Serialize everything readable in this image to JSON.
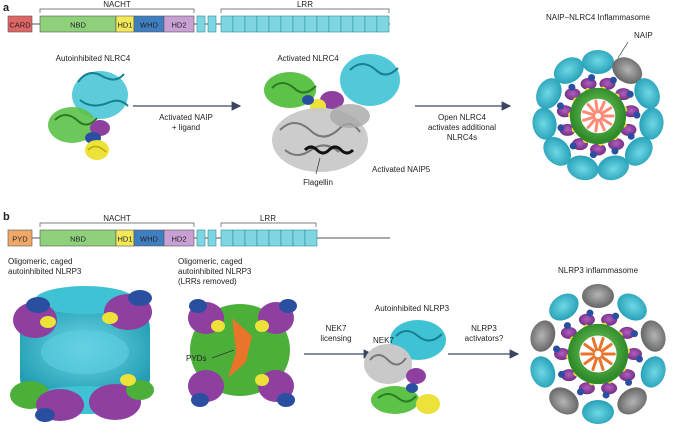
{
  "panel_a": {
    "letter": "a",
    "domains": [
      {
        "label": "CARD",
        "color": "#e06666"
      },
      {
        "label": "NBD",
        "color": "#8fd17a"
      },
      {
        "label": "HD1",
        "color": "#f2e85a"
      },
      {
        "label": "WHD",
        "color": "#3f7fc1"
      },
      {
        "label": "HD2",
        "color": "#c8a0d4"
      }
    ],
    "nacht_label": "NACHT",
    "lrr_label": "LRR",
    "lrr_color": "#7fd6e0",
    "stage1_label": "Autoinhibited NLRC4",
    "arrow1_label_line1": "Activated NAIP",
    "arrow1_label_line2": "+ ligand",
    "stage2_label": "Activated NLRC4",
    "flagellin_label": "Flagellin",
    "naip5_label": "Activated NAIP5",
    "arrow2_label_line1": "Open NLRC4",
    "arrow2_label_line2": "activates additional",
    "arrow2_label_line3": "NLRC4s",
    "stage3_label": "NAIP–NLRC4 Inflammasome",
    "naip_label": "NAIP"
  },
  "panel_b": {
    "letter": "b",
    "domains": [
      {
        "label": "PYD",
        "color": "#f0a868"
      },
      {
        "label": "NBD",
        "color": "#8fd17a"
      },
      {
        "label": "HD1",
        "color": "#f2e85a"
      },
      {
        "label": "WHD",
        "color": "#3f7fc1"
      },
      {
        "label": "HD2",
        "color": "#c8a0d4"
      }
    ],
    "nacht_label": "NACHT",
    "lrr_label": "LRR",
    "lrr_color": "#7fd6e0",
    "stage1_line1": "Oligomeric, caged",
    "stage1_line2": "autoinhibited NLRP3",
    "stage2_line1": "Oligomeric, caged",
    "stage2_line2": "autoinhibited NLRP3",
    "stage2_line3": "(LRRs removed)",
    "pyds_label": "PYDs",
    "arrow1_line1": "NEK7",
    "arrow1_line2": "licensing",
    "stage3_label": "Autoinhibited NLRP3",
    "nek7_label": "NEK7",
    "arrow2_line1": "NLRP3",
    "arrow2_line2": "activators?",
    "stage4_label": "NLRP3 inflammasome"
  },
  "colors": {
    "nbd": "#4caf3a",
    "lrr": "#35b8cc",
    "hd1": "#e8e03a",
    "whd": "#2b4fa0",
    "hd2": "#8a3a9a",
    "naip": "#7a7a7a",
    "pyd": "#e8752a",
    "card": "#ff8a75",
    "arrow": "#3a4660"
  }
}
